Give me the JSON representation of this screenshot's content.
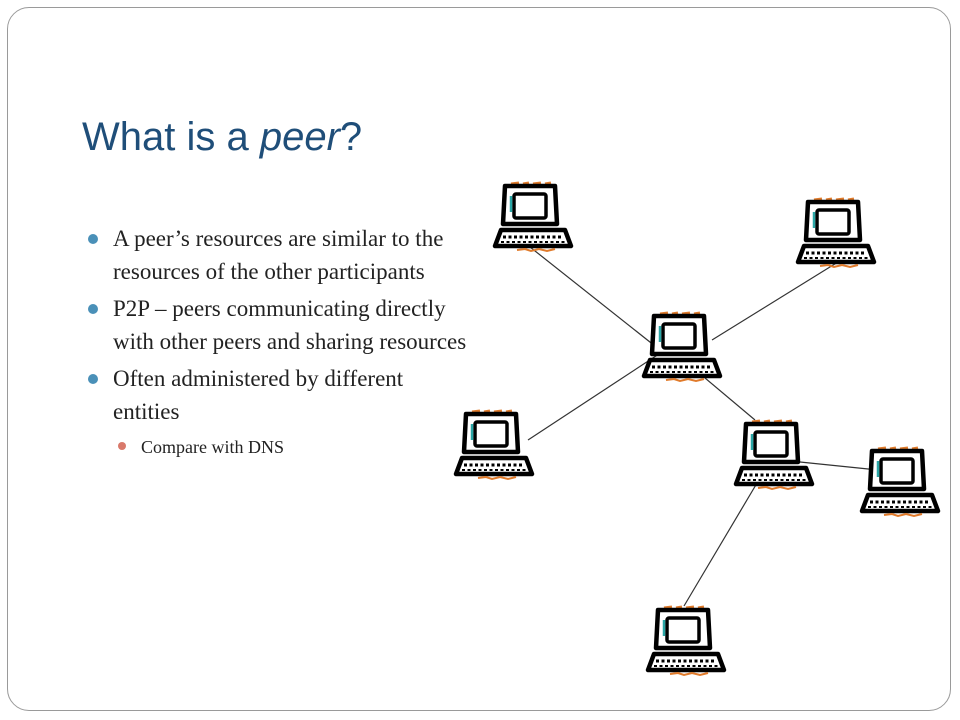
{
  "slide": {
    "title_main": "What is a ",
    "title_emphasis": "peer",
    "title_end": "?"
  },
  "bullets": [
    "A peer’s resources are similar to the resources of the other participants",
    "P2P – peers communicating directly with other peers and sharing resources",
    "Often administered by different entities"
  ],
  "sub_bullets": [
    "Compare with DNS"
  ],
  "diagram": {
    "node_count": 7,
    "edge_count": 6,
    "colors": {
      "outline": "#000000",
      "screen_accent": "#2aa6a6",
      "label_orange": "#e07a2a",
      "link_line": "#333333"
    }
  }
}
